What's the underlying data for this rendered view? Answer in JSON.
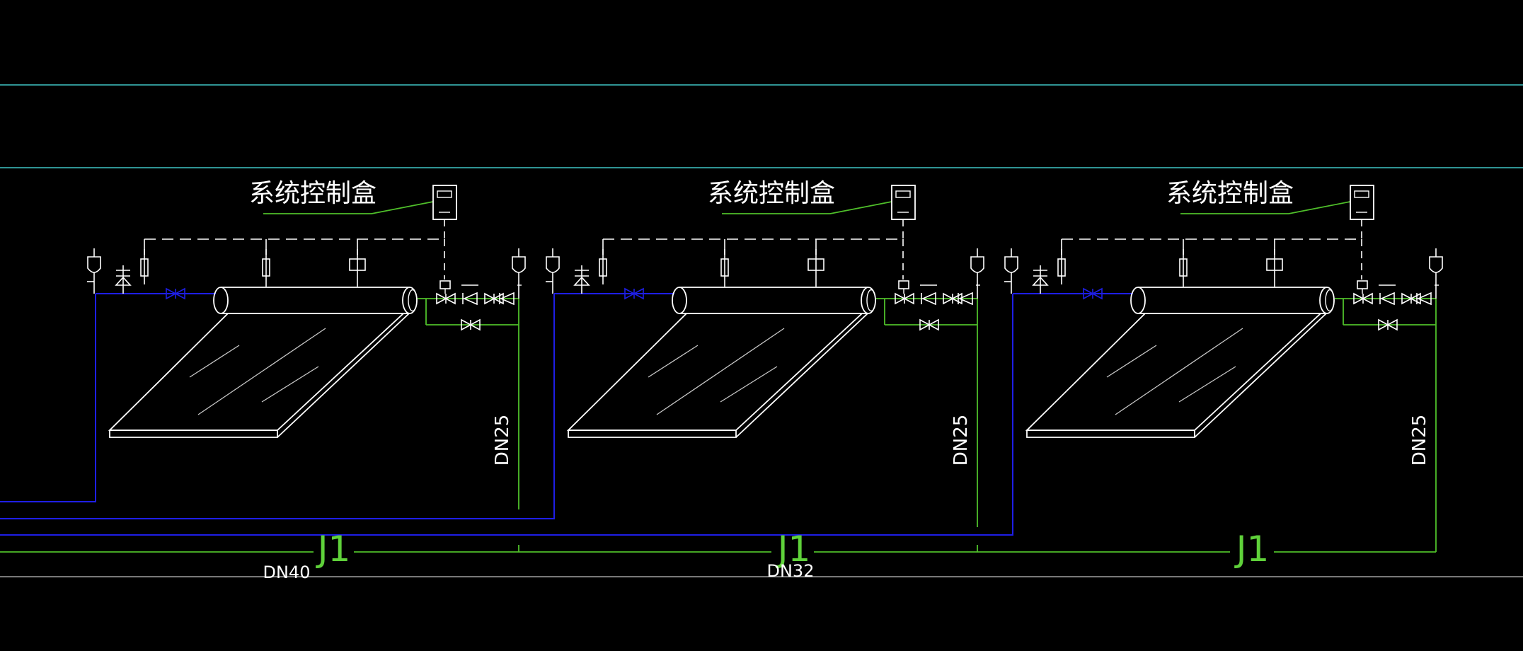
{
  "colors": {
    "background": "#000000",
    "white_line": "#ffffff",
    "cyan_line": "#3fc6c6",
    "blue_pipe": "#1e1ee6",
    "green_pipe": "#4fbf2a",
    "gray_line": "#a0a0a0"
  },
  "units": [
    {
      "controller_label": "系统控制盒",
      "riser_label": "DN25"
    },
    {
      "controller_label": "系统控制盒",
      "riser_label": "DN25"
    },
    {
      "controller_label": "系统控制盒",
      "riser_label": "DN25"
    }
  ],
  "main_pipe": {
    "label": "J1",
    "size_labels": [
      "DN40",
      "DN32"
    ]
  },
  "icons": [
    "controller-box-icon",
    "solar-collector-icon",
    "gate-valve-icon",
    "check-valve-icon",
    "air-vent-icon",
    "sensor-icon"
  ]
}
